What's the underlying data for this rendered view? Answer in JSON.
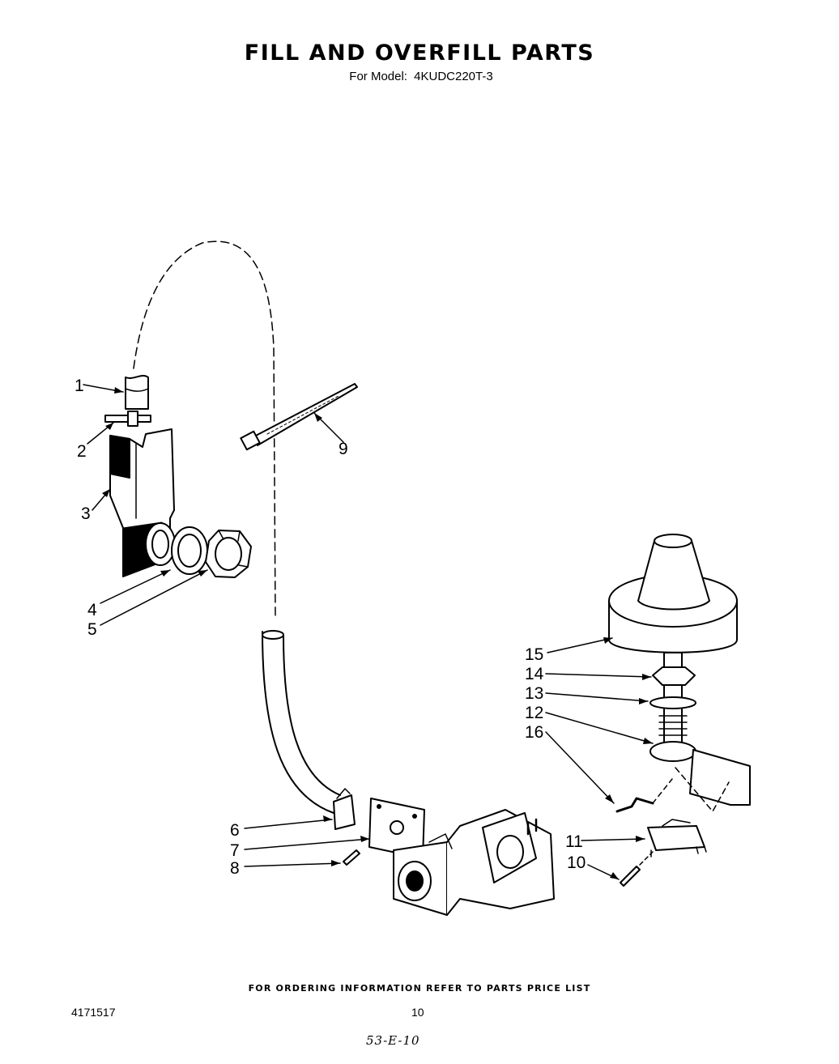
{
  "title": "FILL AND OVERFILL PARTS",
  "subtitle": {
    "prefix": "For Model:",
    "model": "4KUDC220T-3"
  },
  "callouts": [
    "1",
    "2",
    "3",
    "4",
    "5",
    "6",
    "7",
    "8",
    "9",
    "10",
    "11",
    "12",
    "13",
    "14",
    "15",
    "16"
  ],
  "footer_note": "FOR ORDERING INFORMATION REFER TO PARTS PRICE LIST",
  "doc_number": "4171517",
  "page_number": "10",
  "handwritten_note": "53-E-10"
}
